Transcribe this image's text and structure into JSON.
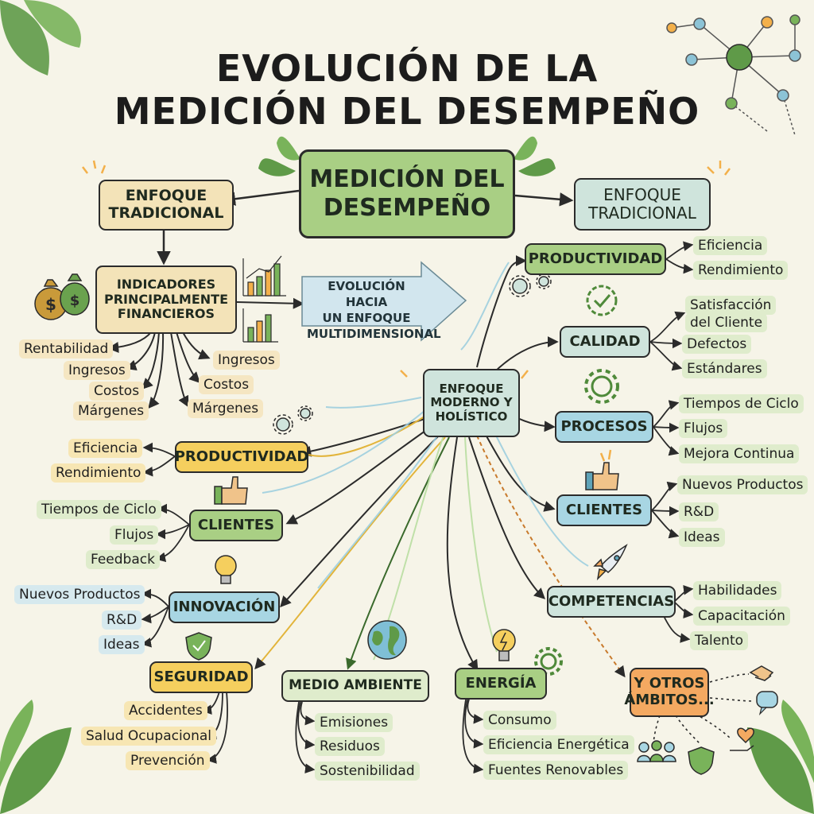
{
  "title": {
    "line1": "EVOLUCIÓN DE LA",
    "line2": "MEDICIÓN DEL DESEMPEÑO"
  },
  "central": {
    "line1": "MEDICIÓN DEL",
    "line2": "DESEMPEÑO"
  },
  "left_branch": {
    "line1": "ENFOQUE",
    "line2": "TRADICIONAL"
  },
  "right_branch": {
    "line1": "ENFOQUE",
    "line2": "TRADICIONAL"
  },
  "indicators": {
    "line1": "INDICADORES",
    "line2": "PRINCIPALMENTE",
    "line3": "FINANCIEROS"
  },
  "fin_left": [
    "Rentabilidad",
    "Ingresos",
    "Costos",
    "Márgenes"
  ],
  "fin_right": [
    "Ingresos",
    "Costos",
    "Márgenes"
  ],
  "evolution": {
    "line1": "EVOLUCIÓN HACIA",
    "line2": "UN ENFOQUE",
    "line3": "MULTIDIMENSIONAL"
  },
  "modern": {
    "line1": "ENFOQUE",
    "line2": "MODERNO Y",
    "line3": "HOLÍSTICO"
  },
  "right_nodes": [
    {
      "label": "PRODUCTIVIDAD",
      "leaves": [
        "Eficiencia",
        "Rendimiento"
      ]
    },
    {
      "label": "CALIDAD",
      "leaves": [
        "Satisfacción",
        "del Cliente",
        "Defectos",
        "Estándares"
      ]
    },
    {
      "label": "PROCESOS",
      "leaves": [
        "Tiempos de Ciclo",
        "Flujos",
        "Mejora Continua"
      ]
    },
    {
      "label": "CLIENTES",
      "leaves": [
        "Nuevos Productos",
        "R&D",
        "Ideas"
      ]
    },
    {
      "label": "COMPETENCIAS",
      "leaves": [
        "Habilidades",
        "Capacitación",
        "Talento"
      ]
    }
  ],
  "left_nodes": [
    {
      "label": "PRODUCTIVIDAD",
      "leaves": [
        "Eficiencia",
        "Rendimiento"
      ]
    },
    {
      "label": "CLIENTES",
      "leaves": [
        "Tiempos de Ciclo",
        "Flujos",
        "Feedback"
      ]
    },
    {
      "label": "INNOVACIÓN",
      "leaves": [
        "Nuevos Productos",
        "R&D",
        "Ideas"
      ]
    },
    {
      "label": "SEGURIDAD",
      "leaves": [
        "Accidentes",
        "Salud Ocupacional",
        "Prevención"
      ]
    }
  ],
  "bottom_nodes": [
    {
      "label": "MEDIO AMBIENTE",
      "leaves": [
        "Emisiones",
        "Residuos",
        "Sostenibilidad"
      ]
    },
    {
      "label": "ENERGÍA",
      "leaves": [
        "Consumo",
        "Eficiencia Energética",
        "Fuentes Renovables"
      ]
    }
  ],
  "others": {
    "line1": "Y OTROS",
    "line2": "ÁMBITOS..."
  },
  "colors": {
    "green": "#a9cf84",
    "tan": "#f3e3b8",
    "blue_box": "#cfe4dc",
    "yellow": "#f5cf5e",
    "sky": "#a8d6e3",
    "orange": "#f4a961",
    "accent_green": "#4f8a3a"
  },
  "icons": [
    "leaf-icon",
    "network-icon",
    "money-bag-icon",
    "bar-chart-icon",
    "gear-icon",
    "check-badge-icon",
    "thumbs-up-icon",
    "lightbulb-icon",
    "shield-icon",
    "globe-icon",
    "energy-bulb-icon",
    "rocket-icon",
    "handshake-icon",
    "chat-icon",
    "heart-hand-icon",
    "people-icon"
  ]
}
